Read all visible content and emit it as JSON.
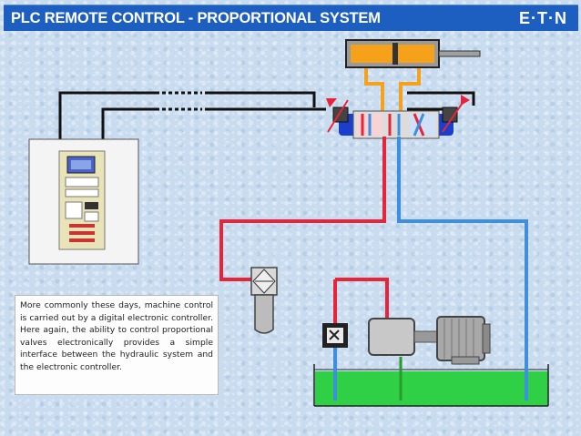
{
  "header": {
    "title": "PLC REMOTE CONTROL - PROPORTIONAL SYSTEM",
    "logo": "E·T·N"
  },
  "description": "More commonly these days, machine control is carried out by a digital electronic controller. Here again, the ability to control proportional valves electronically provides a simple interface between the hydraulic system and the electronic controller.",
  "colors": {
    "header_bg": "#1c5fc0",
    "pressure_line": "#e8243a",
    "return_line": "#3f8fe0",
    "actuator_line": "#f5a21a",
    "tank_fluid": "#2fd045",
    "signal_cable": "#111111"
  }
}
